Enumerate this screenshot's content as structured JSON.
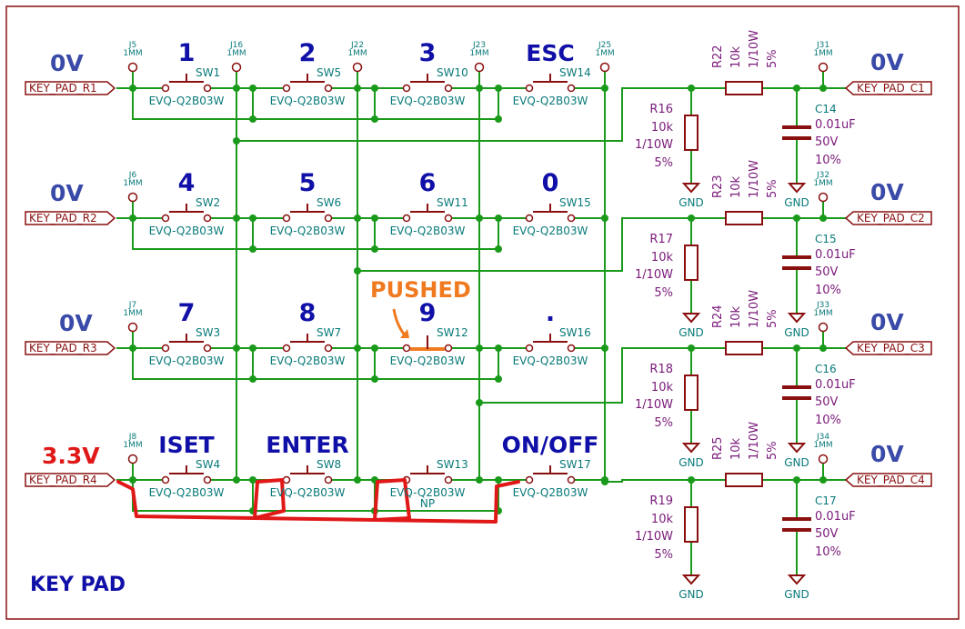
{
  "title": "KEY PAD",
  "pushed_label": "PUSHED",
  "row_ports": [
    "KEY_PAD_R1",
    "KEY_PAD_R2",
    "KEY_PAD_R3",
    "KEY_PAD_R4"
  ],
  "row_voltages": [
    "0V",
    "0V",
    "0V",
    "3.3V"
  ],
  "col_ports": [
    "KEY_PAD_C1",
    "KEY_PAD_C2",
    "KEY_PAD_C3",
    "KEY_PAD_C4"
  ],
  "col_voltages": [
    "0V",
    "0V",
    "0V",
    "0V"
  ],
  "switch_part": "EVQ-Q2B03W",
  "np_label": "NP",
  "gnd_label": "GND",
  "switches": [
    {
      "ref": "SW1",
      "key": "1"
    },
    {
      "ref": "SW5",
      "key": "2"
    },
    {
      "ref": "SW10",
      "key": "3"
    },
    {
      "ref": "SW14",
      "key": "ESC"
    },
    {
      "ref": "SW2",
      "key": "4"
    },
    {
      "ref": "SW6",
      "key": "5"
    },
    {
      "ref": "SW11",
      "key": "6"
    },
    {
      "ref": "SW15",
      "key": "0"
    },
    {
      "ref": "SW3",
      "key": "7"
    },
    {
      "ref": "SW7",
      "key": "8"
    },
    {
      "ref": "SW12",
      "key": "9"
    },
    {
      "ref": "SW16",
      "key": "."
    },
    {
      "ref": "SW4",
      "key": "ISET"
    },
    {
      "ref": "SW8",
      "key": "ENTER"
    },
    {
      "ref": "SW13",
      "key": ""
    },
    {
      "ref": "SW17",
      "key": "ON/OFF"
    }
  ],
  "testpoints": [
    {
      "ref": "J5",
      "value": "1MM"
    },
    {
      "ref": "J16",
      "value": "1MM"
    },
    {
      "ref": "J22",
      "value": "1MM"
    },
    {
      "ref": "J23",
      "value": "1MM"
    },
    {
      "ref": "J25",
      "value": "1MM"
    },
    {
      "ref": "J6",
      "value": "1MM"
    },
    {
      "ref": "J7",
      "value": "1MM"
    },
    {
      "ref": "J8",
      "value": "1MM"
    },
    {
      "ref": "J31",
      "value": "1MM"
    },
    {
      "ref": "J32",
      "value": "1MM"
    },
    {
      "ref": "J33",
      "value": "1MM"
    },
    {
      "ref": "J34",
      "value": "1MM"
    }
  ],
  "pulldowns": [
    {
      "ref": "R16",
      "value": "10k",
      "power": "1/10W",
      "tol": "5%"
    },
    {
      "ref": "R17",
      "value": "10k",
      "power": "1/10W",
      "tol": "5%"
    },
    {
      "ref": "R18",
      "value": "10k",
      "power": "1/10W",
      "tol": "5%"
    },
    {
      "ref": "R19",
      "value": "10k",
      "power": "1/10W",
      "tol": "5%"
    }
  ],
  "series": [
    {
      "ref": "R22",
      "value": "10k",
      "power": "1/10W",
      "tol": "5%"
    },
    {
      "ref": "R23",
      "value": "10k",
      "power": "1/10W",
      "tol": "5%"
    },
    {
      "ref": "R24",
      "value": "10k",
      "power": "1/10W",
      "tol": "5%"
    },
    {
      "ref": "R25",
      "value": "10k",
      "power": "1/10W",
      "tol": "5%"
    }
  ],
  "caps": [
    {
      "ref": "C14",
      "value": "0.01uF",
      "voltage": "50V",
      "tol": "10%"
    },
    {
      "ref": "C15",
      "value": "0.01uF",
      "voltage": "50V",
      "tol": "10%"
    },
    {
      "ref": "C16",
      "value": "0.01uF",
      "voltage": "50V",
      "tol": "10%"
    },
    {
      "ref": "C17",
      "value": "0.01uF",
      "voltage": "50V",
      "tol": "10%"
    }
  ],
  "colors": {
    "wire": "#1a9a1a",
    "component": "#8a1010",
    "reference": "#0a7a7a",
    "value": "#7a1a7a",
    "key": "#1010a8",
    "highlight": "#e01818",
    "pushed": "#f07a20"
  }
}
